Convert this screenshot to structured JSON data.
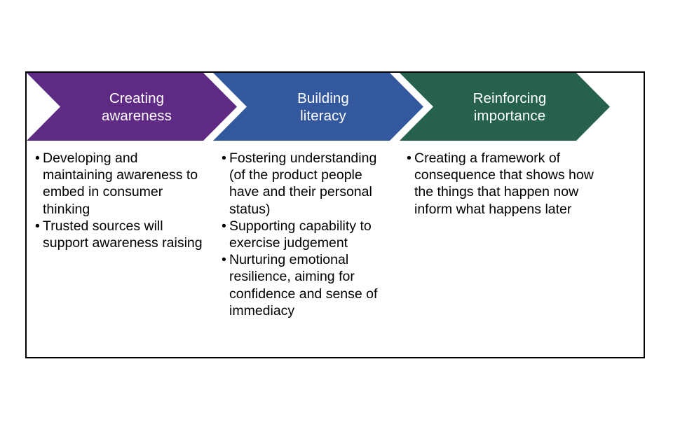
{
  "diagram": {
    "type": "chevron-process",
    "title": "",
    "border_color": "#000000",
    "background": "#ffffff",
    "stages": [
      {
        "id": "awareness",
        "label": "Creating\nawareness",
        "label_line1": "Creating",
        "label_line2": "awareness",
        "color": "#5F2A84",
        "text_color": "#ffffff",
        "bullets": [
          "Developing and maintaining awareness to embed in consumer thinking",
          "Trusted sources will support awareness raising"
        ]
      },
      {
        "id": "literacy",
        "label": "Building\nliteracy",
        "label_line1": "Building",
        "label_line2": "literacy",
        "color": "#33589D",
        "text_color": "#ffffff",
        "bullets": [
          "Fostering understanding (of the product people have and their personal status)",
          "Supporting capability to exercise judgement",
          "Nurturing emotional resilience, aiming for confidence and sense of immediacy"
        ]
      },
      {
        "id": "importance",
        "label": "Reinforcing\nimportance",
        "label_line1": "Reinforcing",
        "label_line2": "importance",
        "color": "#26624B",
        "text_color": "#ffffff",
        "bullets": [
          "Creating a framework of consequence that shows how the things that happen now inform what happens later"
        ]
      }
    ],
    "bullet_marker": "•"
  }
}
